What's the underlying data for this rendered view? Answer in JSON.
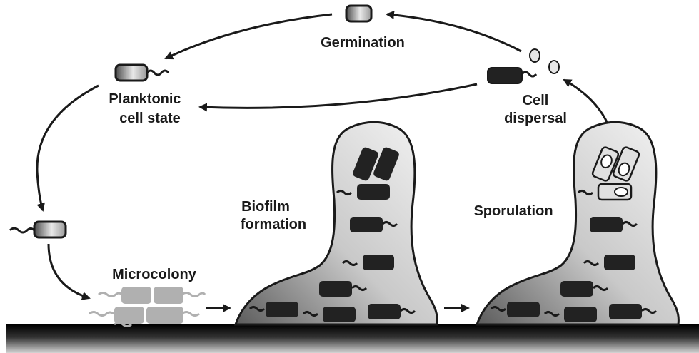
{
  "labels": {
    "germination": "Germination",
    "planktonic_line1": "Planktonic",
    "planktonic_line2": "cell state",
    "cell_dispersal_line1": "Cell",
    "cell_dispersal_line2": "dispersal",
    "microcolony": "Microcolony",
    "biofilm_line1": "Biofilm",
    "biofilm_line2": "formation",
    "sporulation": "Sporulation"
  },
  "colors": {
    "ink": "#1a1a1a",
    "vegetative_cell": "#222222",
    "microcolony_cell": "#b0b0b0",
    "spore": "#e6e6e6",
    "biofilm_light": "#f2f2f2",
    "biofilm_dark": "#5a5a5a",
    "surface_dark": "#111111",
    "surface_light": "#d8d8d8"
  },
  "icons": [
    "gradient-cell-icon",
    "dark-cell-icon",
    "spore-icon",
    "flagellum-icon",
    "arrow-icon"
  ]
}
